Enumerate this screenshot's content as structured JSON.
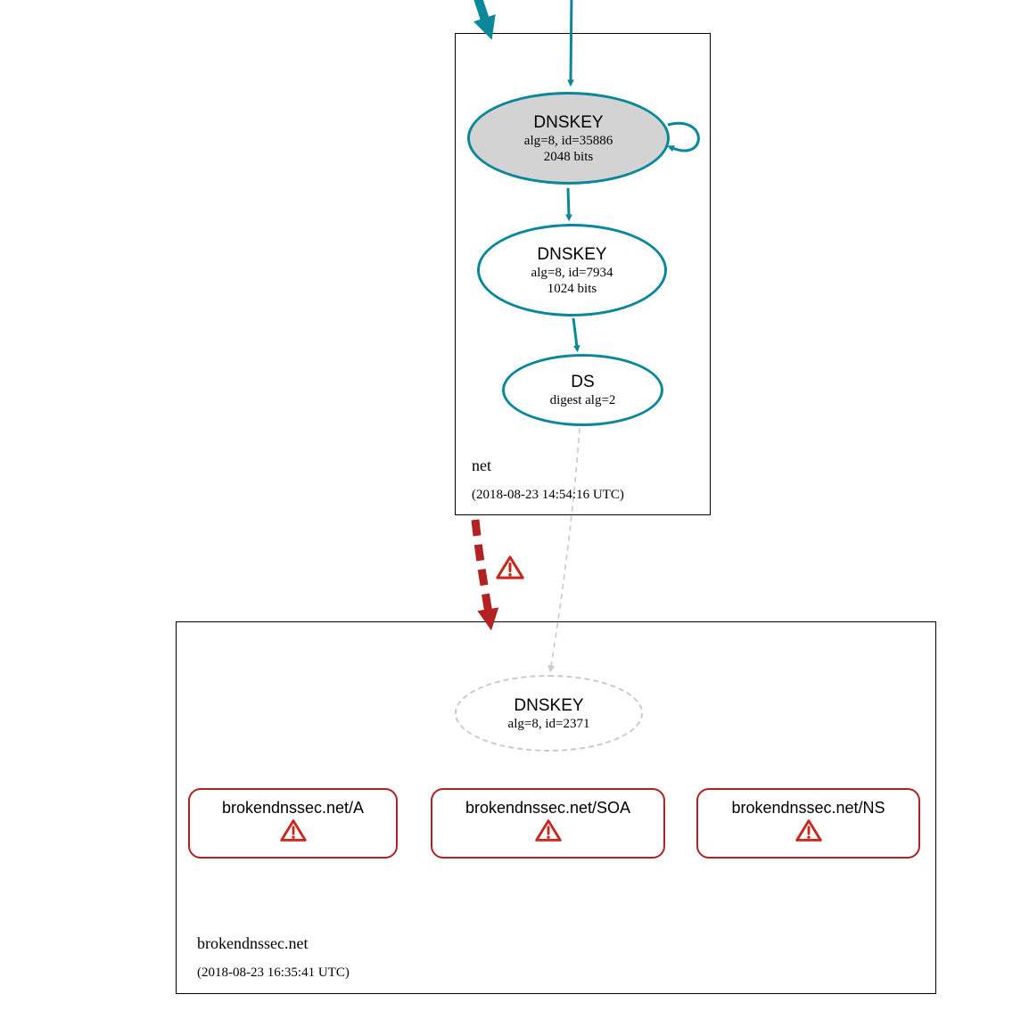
{
  "colors": {
    "secure": "#0a879a",
    "error": "#b22222",
    "warning": "#c8271b",
    "node_fill": "#d3d3d3",
    "insecure": "#c9c9c9",
    "text": "#000000"
  },
  "icons": {
    "warning": "exclamation-triangle"
  },
  "zones": {
    "net": {
      "label": "net",
      "timestamp": "(2018-08-23 14:54:16 UTC)",
      "ksk": {
        "title": "DNSKEY",
        "detail1": "alg=8, id=35886",
        "detail2": "2048 bits"
      },
      "zsk": {
        "title": "DNSKEY",
        "detail1": "alg=8, id=7934",
        "detail2": "1024 bits"
      },
      "ds": {
        "title": "DS",
        "detail1": "digest alg=2"
      }
    },
    "broken": {
      "label": "brokendnssec.net",
      "timestamp": "(2018-08-23 16:35:41 UTC)",
      "dnskey": {
        "title": "DNSKEY",
        "detail1": "alg=8, id=2371"
      },
      "rrsets": [
        {
          "label": "brokendnssec.net/A"
        },
        {
          "label": "brokendnssec.net/SOA"
        },
        {
          "label": "brokendnssec.net/NS"
        }
      ]
    }
  }
}
